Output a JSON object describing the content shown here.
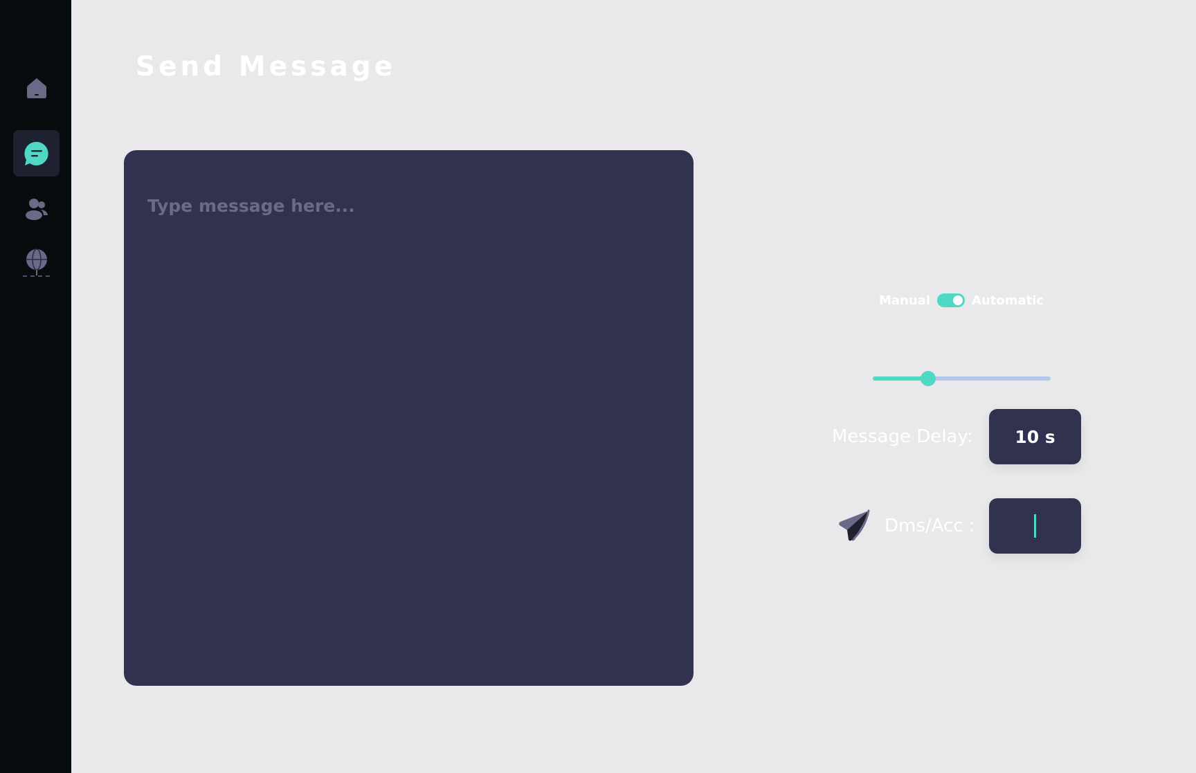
{
  "sidebar": {
    "items": [
      {
        "icon": "home-icon",
        "active": false
      },
      {
        "icon": "chat-icon",
        "active": true
      },
      {
        "icon": "users-icon",
        "active": false
      },
      {
        "icon": "globe-icon",
        "active": false
      }
    ]
  },
  "header": {
    "title": "Send Message"
  },
  "composer": {
    "placeholder": "Type message here...",
    "value": ""
  },
  "mode": {
    "left_label": "Manual",
    "right_label": "Automatic",
    "automatic_enabled": true
  },
  "delay_slider": {
    "fraction": 0.31
  },
  "message_delay": {
    "label": "Message Delay:",
    "value": "10 s"
  },
  "dms_per_account": {
    "label": "Dms/Acc :",
    "value": "",
    "icon": "send-icon"
  },
  "colors": {
    "sidebar_bg": "#070c0e",
    "page_bg": "#e9e9eb",
    "panel_bg": "#31324f",
    "accent": "#4fd8c4",
    "icon_muted": "#6b6988",
    "slider_track": "#b4c6ea"
  }
}
